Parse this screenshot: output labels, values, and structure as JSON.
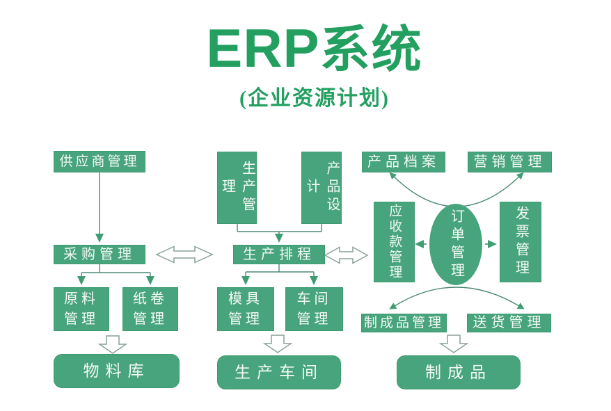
{
  "header": {
    "title_latin": "ERP",
    "title_cjk": "系统",
    "subtitle": "(企业资源计划)"
  },
  "colors": {
    "node_fill": "#48a47c",
    "node_border": "#3c9a70",
    "title_green": "#239f60",
    "node_text": "#f4faf6",
    "connector_line": "#4d8a72",
    "connector_arrowhead": "#3f9d73",
    "hollow_arrow_outline": "#8aa196",
    "background": "#ffffff"
  },
  "diagram": {
    "supply_chain": {
      "supplier": "供应商管理",
      "purchasing": "采购管理",
      "raw_material": "原料管理",
      "paper_roll": "纸卷管理",
      "material_warehouse": "物料库"
    },
    "production": {
      "production_mgmt": "生产管理",
      "product_design": "产品设计",
      "scheduling": "生产排程",
      "mold": "模具管理",
      "workshop": "车间管理",
      "production_workshop": "生产车间"
    },
    "sales": {
      "product_archive": "产品档案",
      "marketing": "营销管理",
      "receivables": "应收款管理",
      "order": "订单管理",
      "invoice": "发票管理",
      "finished_goods_mgmt": "制成品管理",
      "delivery": "送货管理",
      "finished_goods": "制成品"
    }
  }
}
